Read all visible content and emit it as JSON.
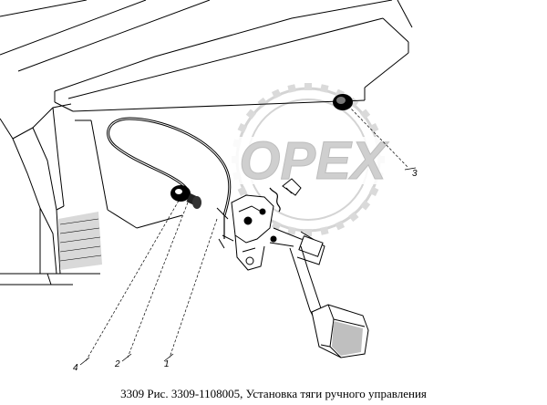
{
  "caption": {
    "model": "3309",
    "figure": "Рис. 3309-1108005,",
    "title": "Установка тяги ручного управления"
  },
  "callouts": [
    {
      "number": "1"
    },
    {
      "number": "2"
    },
    {
      "number": "3"
    },
    {
      "number": "4"
    }
  ],
  "watermark": {
    "text": "OPEX",
    "color": "#cfcfcf"
  },
  "colors": {
    "line": "#000000",
    "background": "#ffffff",
    "shade": "#d9d9d9"
  }
}
